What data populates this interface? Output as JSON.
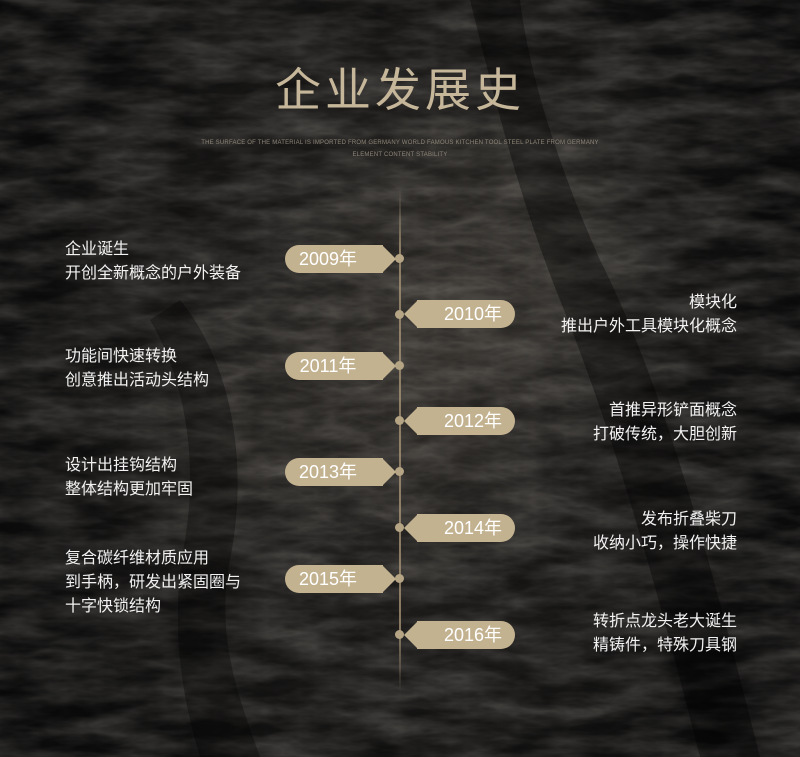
{
  "title": "企业发展史",
  "subtitle": {
    "line1": "THE SURFACE OF THE MATERIAL IS IMPORTED FROM GERMANY WORLD FAMOUS KITCHEN TOOL STEEL PLATE FROM GERMANY",
    "line2": "ELEMENT CONTENT STABILITY"
  },
  "timeline": [
    {
      "year": "2009年",
      "side": "left",
      "lines": [
        "企业诞生",
        "开创全新概念的户外装备"
      ]
    },
    {
      "year": "2010年",
      "side": "right",
      "lines": [
        "模块化",
        "推出户外工具模块化概念"
      ]
    },
    {
      "year": "2011年",
      "side": "left",
      "lines": [
        "功能间快速转换",
        "创意推出活动头结构"
      ]
    },
    {
      "year": "2012年",
      "side": "right",
      "lines": [
        "首推异形铲面概念",
        "打破传统，大胆创新"
      ]
    },
    {
      "year": "2013年",
      "side": "left",
      "lines": [
        "设计出挂钩结构",
        "整体结构更加牢固"
      ]
    },
    {
      "year": "2014年",
      "side": "right",
      "lines": [
        "发布折叠柴刀",
        "收纳小巧，操作快捷"
      ]
    },
    {
      "year": "2015年",
      "side": "left",
      "lines": [
        "复合碳纤维材质应用",
        "到手柄，研发出紧固圈与",
        "十字快锁结构"
      ]
    },
    {
      "year": "2016年",
      "side": "right",
      "lines": [
        "转折点龙头老大诞生",
        "精铸件，特殊刀具钢"
      ]
    }
  ],
  "colors": {
    "accent": "#c3b290",
    "title": "#c6b79a",
    "text": "#f2f2f2"
  }
}
